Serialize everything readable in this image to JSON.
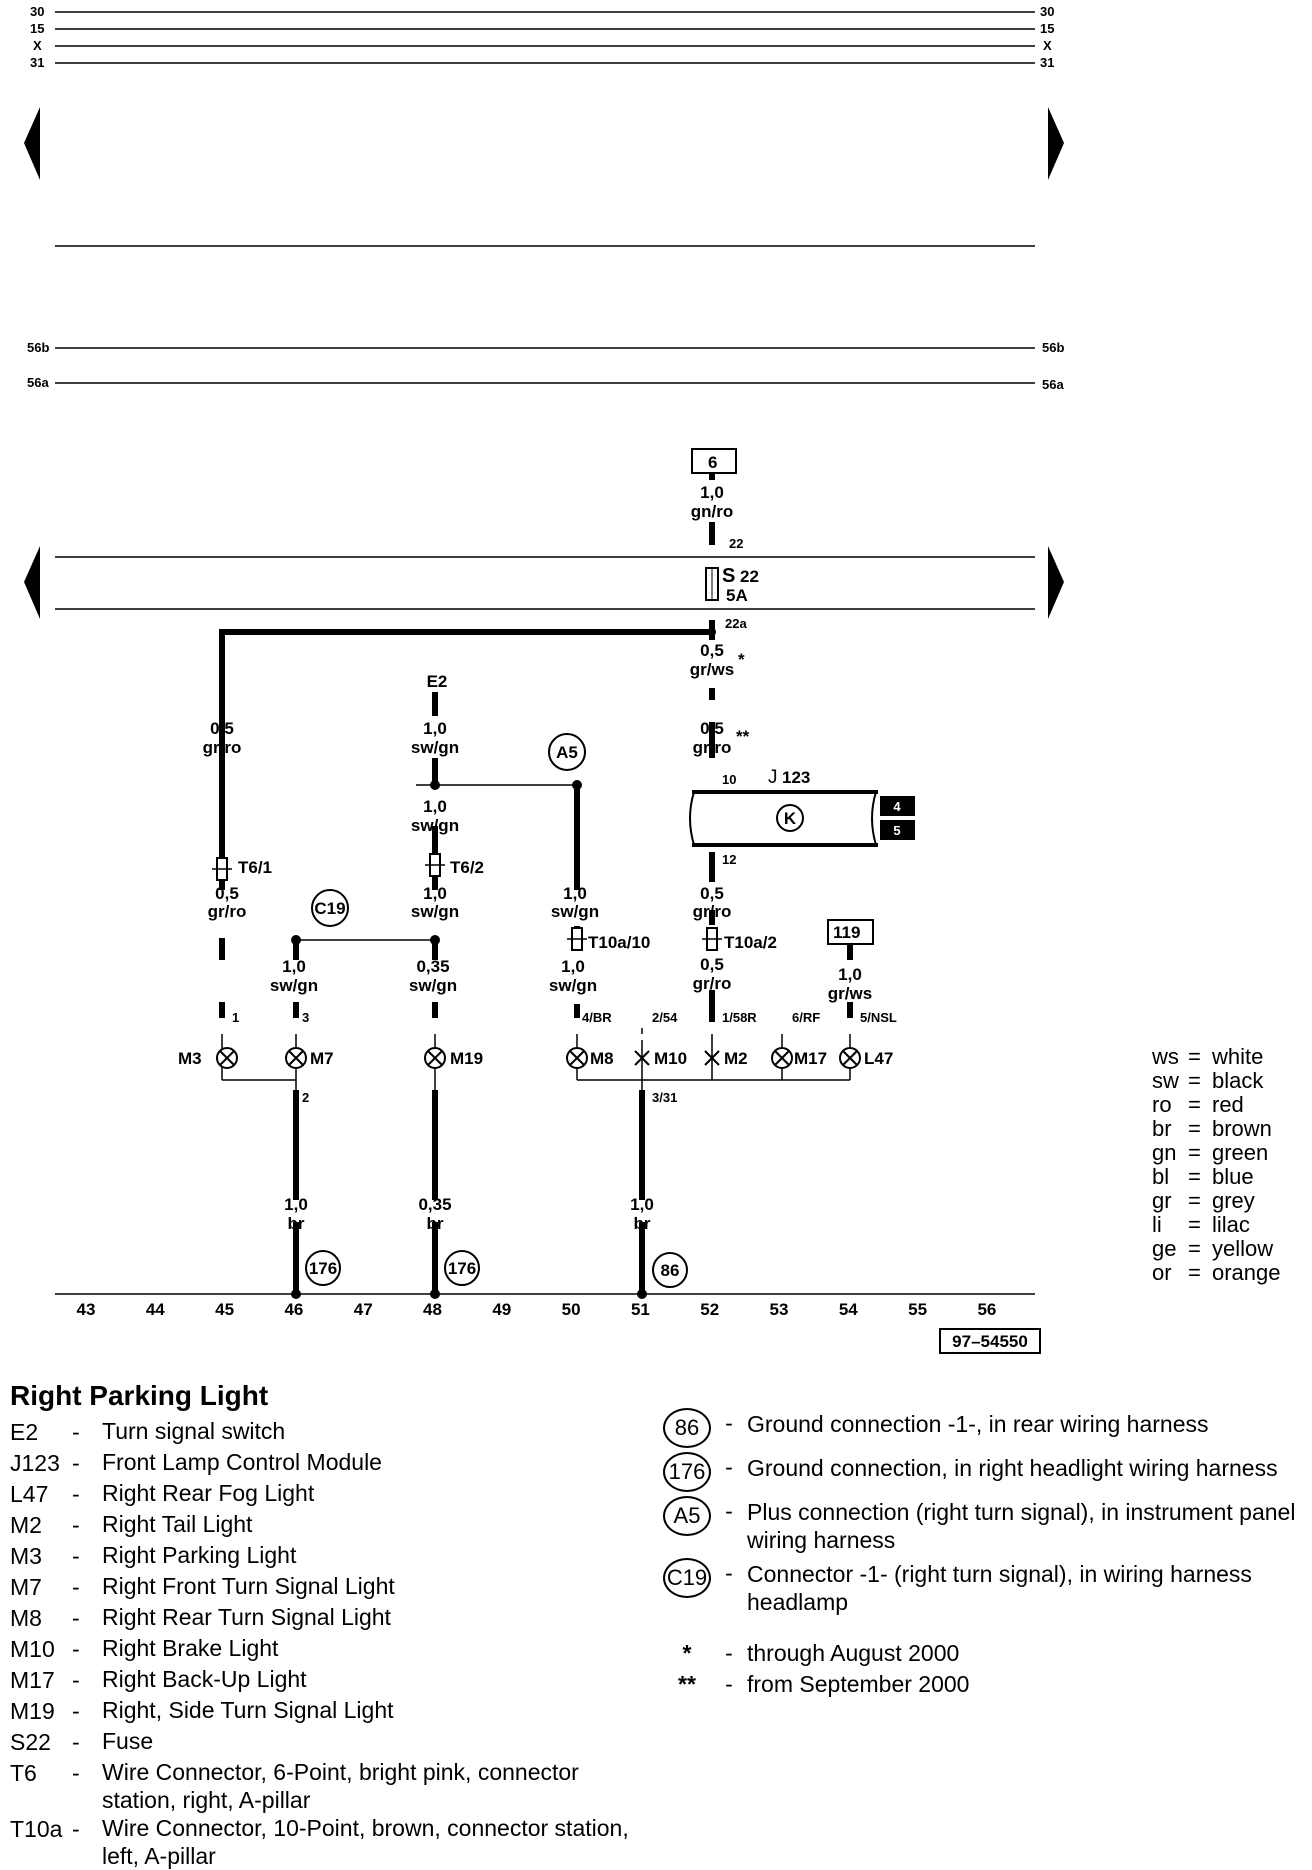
{
  "terminals": {
    "t30": "30",
    "t15": "15",
    "tx": "X",
    "t31": "31",
    "t56b": "56b",
    "t56a": "56a"
  },
  "refs": {
    "top_box": "6",
    "right_box": "119",
    "j123_box_top": "4",
    "j123_box_bottom": "5",
    "drawing_number": "97–54550"
  },
  "fuse": {
    "label": "S",
    "number": "22",
    "rating": "5A",
    "pin_in": "22",
    "pin_out": "22a"
  },
  "module": {
    "label": "J",
    "number": "123",
    "symbol": "K",
    "pin_in": "10",
    "pin_out": "12"
  },
  "wires": {
    "w_top": {
      "size": "1,0",
      "color": "gn/ro"
    },
    "w_s22_out": {
      "size": "0,5",
      "color": "gr/ws",
      "note": "*"
    },
    "w_j123_in": {
      "size": "0,5",
      "color": "gr/ro",
      "note": "**"
    },
    "w_m3": {
      "size": "0,5",
      "color": "gr/ro"
    },
    "w_m3_lower": {
      "size": "0,5",
      "color": "gr/ro"
    },
    "w_e2": {
      "size": "1,0",
      "color": "sw/gn"
    },
    "w_e2_mid": {
      "size": "1,0",
      "color": "sw/gn"
    },
    "w_e2_lower": {
      "size": "1,0",
      "color": "sw/gn"
    },
    "w_m7": {
      "size": "1,0",
      "color": "sw/gn"
    },
    "w_m19": {
      "size": "0,35",
      "color": "sw/gn"
    },
    "w_a5": {
      "size": "1,0",
      "color": "sw/gn"
    },
    "w_a5_lower": {
      "size": "1,0",
      "color": "sw/gn"
    },
    "w_j123_out": {
      "size": "0,5",
      "color": "gr/ro"
    },
    "w_j123_lower": {
      "size": "0,5",
      "color": "gr/ro"
    },
    "w_119": {
      "size": "1,0",
      "color": "gr/ws"
    },
    "w_gnd46": {
      "size": "1,0",
      "color": "br"
    },
    "w_gnd48": {
      "size": "0,35",
      "color": "br"
    },
    "w_gnd51": {
      "size": "1,0",
      "color": "br"
    }
  },
  "connectors": {
    "t6_1": "T6/1",
    "t6_2": "T6/2",
    "t10a_10": "T10a/10",
    "t10a_2": "T10a/2"
  },
  "nodes": {
    "e2": "E2",
    "a5": "A5",
    "c19": "C19",
    "g176a": "176",
    "g176b": "176",
    "g86": "86"
  },
  "bulbs": {
    "m3": "M3",
    "m7": "M7",
    "m19": "M19",
    "m8": "M8",
    "m10": "M10",
    "m2": "M2",
    "m17": "M17",
    "l47": "L47"
  },
  "pins": {
    "m3": "1",
    "m7": "3",
    "m7_out": "2",
    "m8": "4/BR",
    "m10": "2/54",
    "m2": "1/58R",
    "m17": "6/RF",
    "l47": "5/NSL",
    "gnd51": "3/31"
  },
  "scale": [
    "43",
    "44",
    "45",
    "46",
    "47",
    "48",
    "49",
    "50",
    "51",
    "52",
    "53",
    "54",
    "55",
    "56"
  ],
  "color_key": [
    {
      "abbr": "ws",
      "name": "white"
    },
    {
      "abbr": "sw",
      "name": "black"
    },
    {
      "abbr": "ro",
      "name": "red"
    },
    {
      "abbr": "br",
      "name": "brown"
    },
    {
      "abbr": "gn",
      "name": "green"
    },
    {
      "abbr": "bl",
      "name": "blue"
    },
    {
      "abbr": "gr",
      "name": "grey"
    },
    {
      "abbr": "li",
      "name": "lilac"
    },
    {
      "abbr": "ge",
      "name": "yellow"
    },
    {
      "abbr": "or",
      "name": "orange"
    }
  ],
  "legend": {
    "title": "Right Parking Light",
    "components": [
      {
        "code": "E2",
        "desc": "Turn signal switch"
      },
      {
        "code": "J123",
        "desc": "Front Lamp Control Module"
      },
      {
        "code": "L47",
        "desc": "Right Rear Fog Light"
      },
      {
        "code": "M2",
        "desc": "Right Tail Light"
      },
      {
        "code": "M3",
        "desc": "Right Parking Light"
      },
      {
        "code": "M7",
        "desc": "Right Front Turn Signal Light"
      },
      {
        "code": "M8",
        "desc": "Right Rear Turn Signal Light"
      },
      {
        "code": "M10",
        "desc": "Right Brake Light"
      },
      {
        "code": "M17",
        "desc": "Right Back-Up Light"
      },
      {
        "code": "M19",
        "desc": "Right, Side Turn Signal Light"
      },
      {
        "code": "S22",
        "desc": "Fuse"
      },
      {
        "code": "T6",
        "desc": "Wire Connector, 6-Point, bright pink, connector station, right, A-pillar"
      },
      {
        "code": "T10a",
        "desc": "Wire Connector, 10-Point, brown, connector station, left, A-pillar"
      }
    ],
    "connections": [
      {
        "code": "86",
        "desc": "Ground connection -1-, in rear wiring harness"
      },
      {
        "code": "176",
        "desc": "Ground connection, in right headlight wiring harness"
      },
      {
        "code": "A5",
        "desc": "Plus connection (right turn signal), in instrument panel wiring harness"
      },
      {
        "code": "C19",
        "desc": "Connector -1- (right turn signal), in wiring harness headlamp"
      }
    ],
    "notes": [
      {
        "symbol": "*",
        "desc": "through August 2000"
      },
      {
        "symbol": "**",
        "desc": "from September 2000"
      }
    ]
  }
}
